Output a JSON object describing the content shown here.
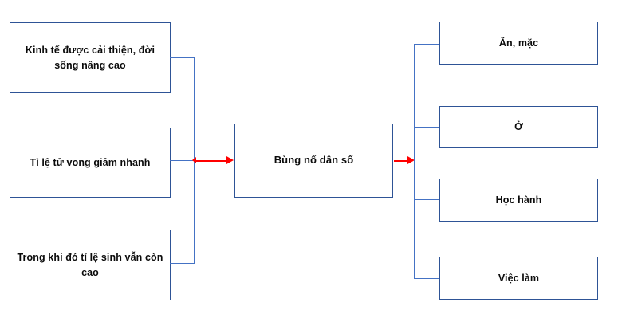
{
  "diagram": {
    "title": "Bung no dan so - so do nguyen nhan va hau qua",
    "colors": {
      "box_border": "#2e5496",
      "connector": "#4472c4",
      "arrow": "#ff0000",
      "background": "#ffffff",
      "text": "#0b0b0b"
    },
    "causes": [
      {
        "id": "cause-1",
        "label": "Kinh tế được cải thiện, đời sống nâng cao"
      },
      {
        "id": "cause-2",
        "label": "Tỉ lệ tử vong giảm nhanh"
      },
      {
        "id": "cause-3",
        "label": "Trong khi đó tỉ lệ sinh vẫn còn cao"
      }
    ],
    "center": {
      "id": "center",
      "label": "Bùng nổ dân số"
    },
    "effects": [
      {
        "id": "effect-1",
        "label": "Ăn, mặc"
      },
      {
        "id": "effect-2",
        "label": "Ở"
      },
      {
        "id": "effect-3",
        "label": "Học hành"
      },
      {
        "id": "effect-4",
        "label": "Việc làm"
      }
    ],
    "connectors": {
      "left_arrow": "arrow-causes-to-center",
      "right_arrow": "arrow-center-to-effects"
    }
  }
}
